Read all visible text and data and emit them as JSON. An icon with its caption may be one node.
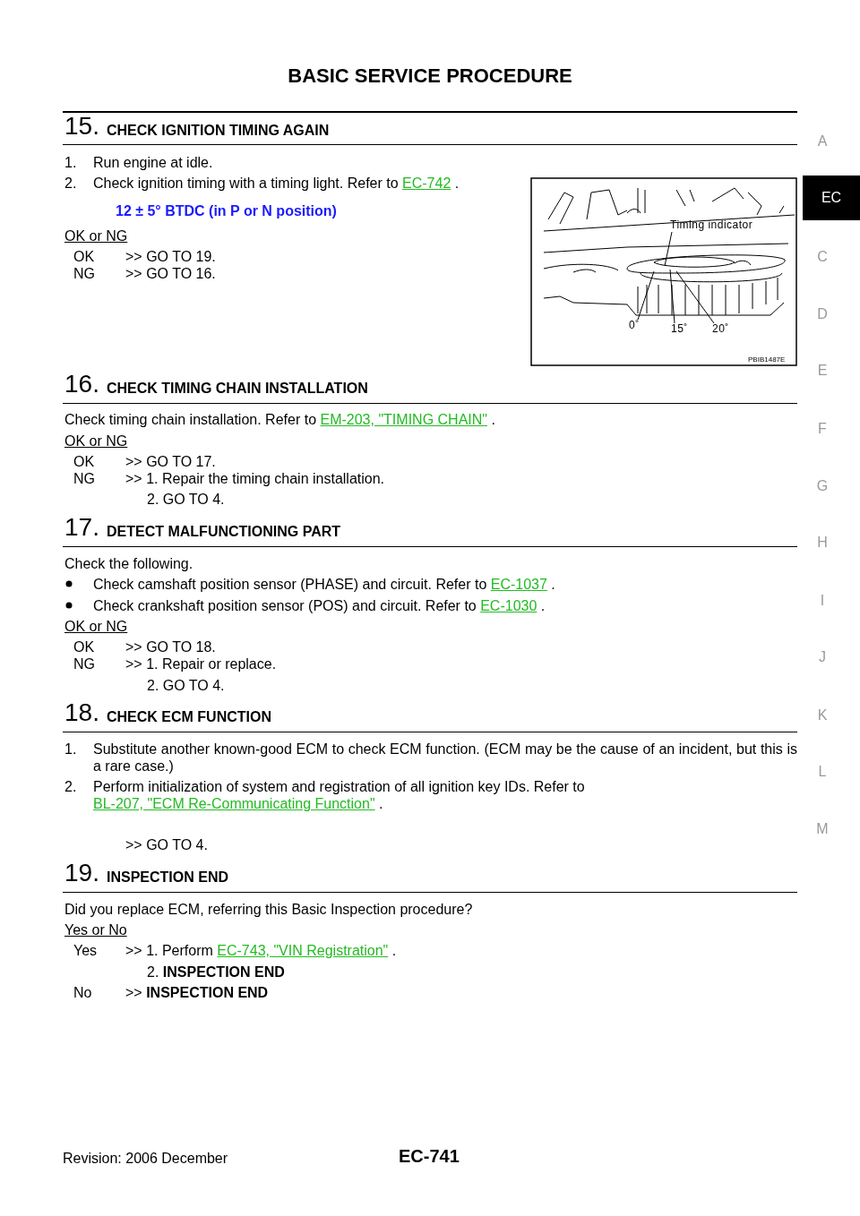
{
  "diagram": {
    "title": "BASIC SERVICE PROCEDURE",
    "nodes": [
      {
        "text": [
          "Timing indicator"
        ]
      },
      {
        "text": [
          "0˚"
        ]
      },
      {
        "text": [
          "15˚"
        ]
      },
      {
        "text": [
          "20˚"
        ]
      }
    ],
    "edges": [
      {
        "from": 0,
        "to": null,
        "arrow": "none"
      },
      {
        "from": 1,
        "to": null,
        "arrow": "none"
      },
      {
        "from": 2,
        "to": null,
        "arrow": "none"
      },
      {
        "from": 3,
        "to": null,
        "arrow": "none"
      }
    ],
    "labels": [
      "15.",
      "CHECK IGNITION TIMING AGAIN",
      "1.",
      "Run engine at idle.",
      "2.",
      "Check ignition timing with a timing light. Refer to",
      "EC-742",
      ".",
      "12 ± 5° BTDC (in P or N position)",
      "OK or NG",
      "OK",
      ">> GO TO 19.",
      "NG",
      ">> GO TO 16.",
      "16.",
      "CHECK TIMING CHAIN INSTALLATION",
      "Check timing chain installation. Refer to",
      "EM-203, \"TIMING CHAIN\"",
      ".",
      "OK or NG",
      "OK",
      ">> GO TO 17.",
      "NG",
      ">> 1. Repair the timing chain installation.",
      "2. GO TO 4.",
      "17.",
      "DETECT MALFUNCTIONING PART",
      "Check the following.",
      "Check camshaft position sensor (PHASE) and circuit. Refer to",
      "EC-1037",
      ".",
      "Check crankshaft position sensor (POS) and circuit. Refer to",
      "EC-1030",
      ".",
      "OK or NG",
      "OK",
      ">> GO TO 18.",
      "NG",
      ">> 1. Repair or replace.",
      "2. GO TO 4.",
      "18.",
      "CHECK ECM FUNCTION",
      "1.",
      "Substitute another known-good ECM to check ECM function. (ECM may be the cause of an incident, but this is a rare case.)",
      "2.",
      "Perform initialization of system and registration of all ignition key IDs. Refer to",
      "BL-207, \"ECM Re-Communicating Function\"",
      ".",
      ">> GO TO 4.",
      "19.",
      "INSPECTION END",
      "Did you replace ECM, referring this Basic Inspection procedure?",
      "Yes or No",
      "Yes",
      ">> 1. Perform",
      "EC-743, \"VIN Registration\"",
      ".",
      "2. **INSPECTION END**",
      "No",
      ">> **INSPECTION END**",
      "Revision: 2006 December",
      "EC-741",
      "A",
      "EC",
      "C",
      "D",
      "E",
      "F",
      "G",
      "H",
      "I",
      "J",
      "K",
      "L",
      "M",
      "PBIB1487E"
    ]
  }
}
